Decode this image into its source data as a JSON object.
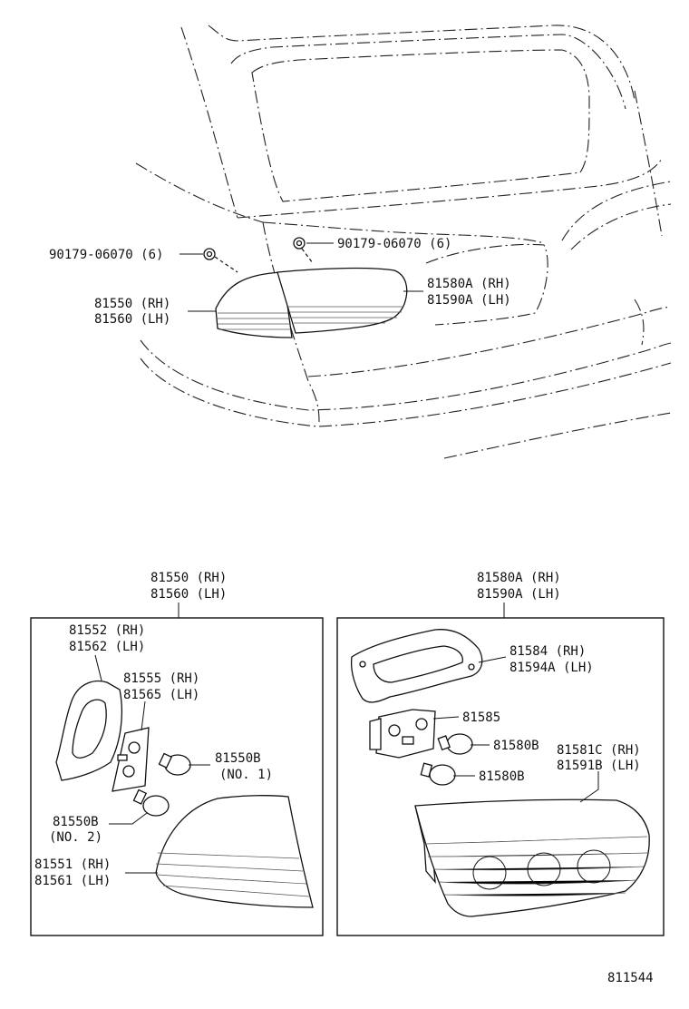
{
  "callouts": {
    "nut_left": "90179-06070 (6)",
    "nut_right": "90179-06070 (6)",
    "outer_lamp_rh": "81550 (RH)",
    "outer_lamp_lh": "81560 (LH)",
    "inner_lamp_rh": "81580A (RH)",
    "inner_lamp_lh": "81590A (LH)"
  },
  "left_box": {
    "title_rh": "81550 (RH)",
    "title_lh": "81560 (LH)",
    "gasket_rh": "81552 (RH)",
    "gasket_lh": "81562 (LH)",
    "socket_rh": "81555 (RH)",
    "socket_lh": "81565 (LH)",
    "bulb1": "81550B",
    "bulb1_note": "(NO. 1)",
    "bulb2": "81550B",
    "bulb2_note": "(NO. 2)",
    "lens_rh": "81551 (RH)",
    "lens_lh": "81561 (LH)"
  },
  "right_box": {
    "title_rh": "81580A (RH)",
    "title_lh": "81590A (LH)",
    "gasket_rh": "81584  (RH)",
    "gasket_lh": "81594A (LH)",
    "socket": "81585",
    "bulb_a": "81580B",
    "bulb_b": "81580B",
    "lens_rh": "81581C (RH)",
    "lens_lh": "81591B (LH)"
  },
  "figure_code": "811544"
}
